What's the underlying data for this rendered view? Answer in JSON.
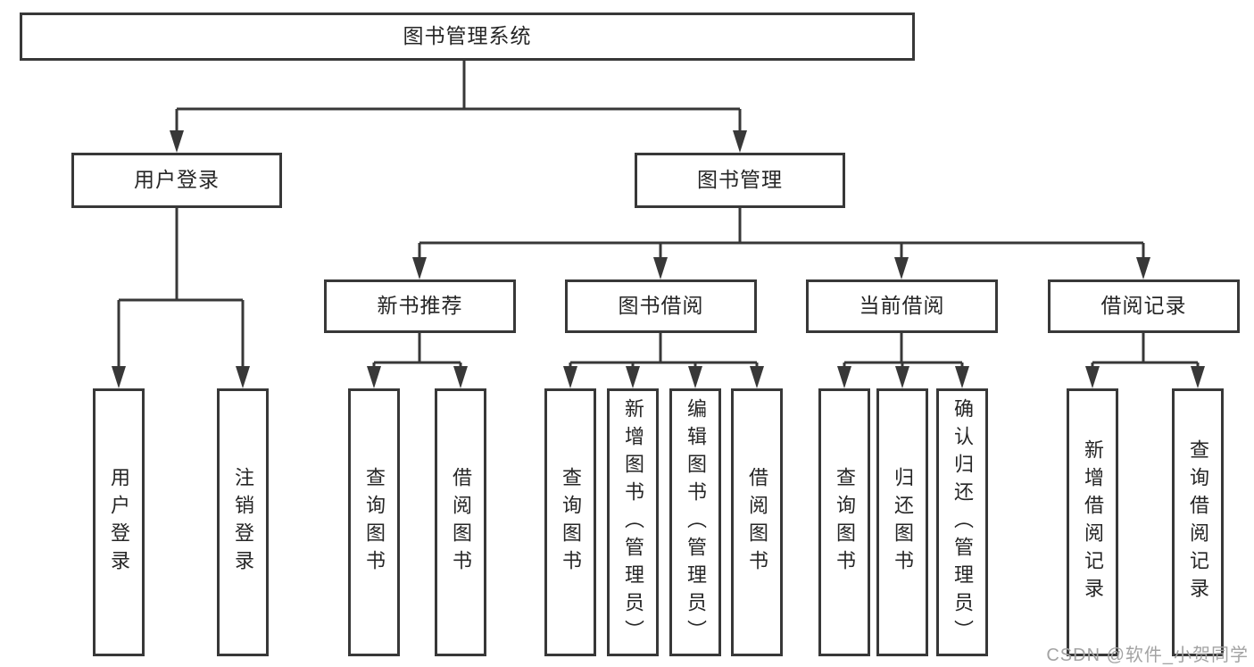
{
  "diagram": {
    "root": {
      "label": "图书管理系统"
    },
    "level2": {
      "user_login": {
        "label": "用户登录"
      },
      "book_management": {
        "label": "图书管理"
      }
    },
    "level3": {
      "new_book_recommendation": {
        "label": "新书推荐"
      },
      "book_borrowing": {
        "label": "图书借阅"
      },
      "current_borrowing": {
        "label": "当前借阅"
      },
      "borrowing_records": {
        "label": "借阅记录"
      }
    },
    "leaves": {
      "user_login": {
        "label": "用户登录"
      },
      "logout": {
        "label": "注销登录"
      },
      "recommend_query": {
        "label": "查询图书"
      },
      "recommend_borrow": {
        "label": "借阅图书"
      },
      "borrow_query": {
        "label": "查询图书"
      },
      "borrow_add_admin": {
        "label": "新增图书（管理员）"
      },
      "borrow_edit_admin": {
        "label": "编辑图书（管理员）"
      },
      "borrow_borrow": {
        "label": "借阅图书"
      },
      "current_query": {
        "label": "查询图书"
      },
      "current_return": {
        "label": "归还图书"
      },
      "current_confirm_admin": {
        "label": "确认归还（管理员）"
      },
      "record_add": {
        "label": "新增借阅记录"
      },
      "record_query": {
        "label": "查询借阅记录"
      }
    },
    "watermark": "CSDN @软件_小贺同学",
    "colors": {
      "line": "#383838",
      "text": "#262626",
      "watermark": "#a3a3a3",
      "background": "#ffffff"
    }
  }
}
